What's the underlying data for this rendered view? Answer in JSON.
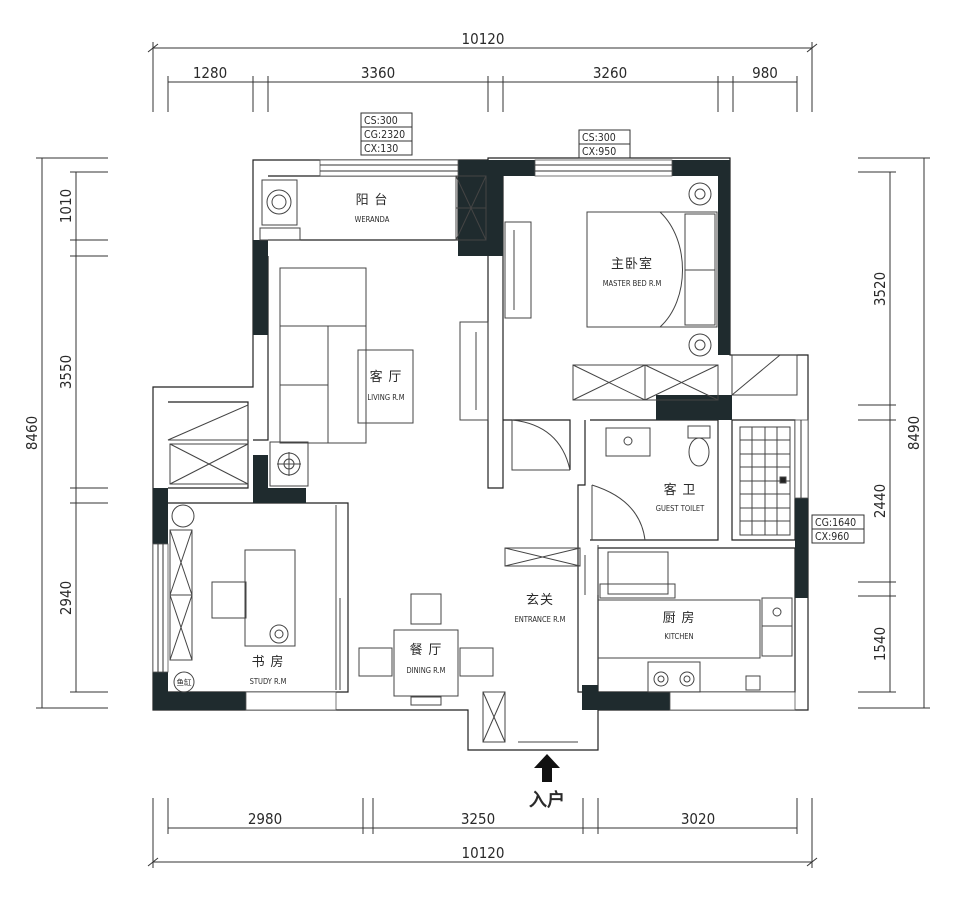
{
  "colors": {
    "wall_fill": "#1f2b2e",
    "line": "#333333",
    "background": "#ffffff"
  },
  "dimensions": {
    "top_total": "10120",
    "top_segments": [
      "1280",
      "3360",
      "3260",
      "980"
    ],
    "bottom_total": "10120",
    "bottom_segments": [
      "2980",
      "3250",
      "3020"
    ],
    "left_total": "8460",
    "left_segments": [
      "1010",
      "3550",
      "2940"
    ],
    "right_total": "8490",
    "right_segments": [
      "3520",
      "2440",
      "1540"
    ]
  },
  "rooms": {
    "balcony": {
      "cn": "阳 台",
      "en": "WERANDA"
    },
    "living": {
      "cn": "客 厅",
      "en": "LIVING R.M"
    },
    "master": {
      "cn": "主卧室",
      "en": "MASTER BED R.M"
    },
    "guest_toilet": {
      "cn": "客 卫",
      "en": "GUEST TOILET"
    },
    "entrance": {
      "cn": "玄关",
      "en": "ENTRANCE R.M"
    },
    "kitchen": {
      "cn": "厨 房",
      "en": "KITCHEN"
    },
    "dining": {
      "cn": "餐 厅",
      "en": "DINING R.M"
    },
    "study": {
      "cn": "书 房",
      "en": "STUDY R.M"
    }
  },
  "notes": {
    "balcony_window": [
      "CS:300",
      "CG:2320",
      "CX:130"
    ],
    "master_window": [
      "CS:300",
      "CX:950"
    ],
    "kitchen_window": [
      "CG:1640",
      "CX:960"
    ]
  },
  "fixtures": {
    "fish_tank": "鱼缸"
  },
  "entry": {
    "label": "入户"
  },
  "icons": [
    "washer-icon",
    "plant-icon",
    "entry-arrow-icon",
    "stove-icon",
    "sink-icon",
    "toilet-icon"
  ]
}
